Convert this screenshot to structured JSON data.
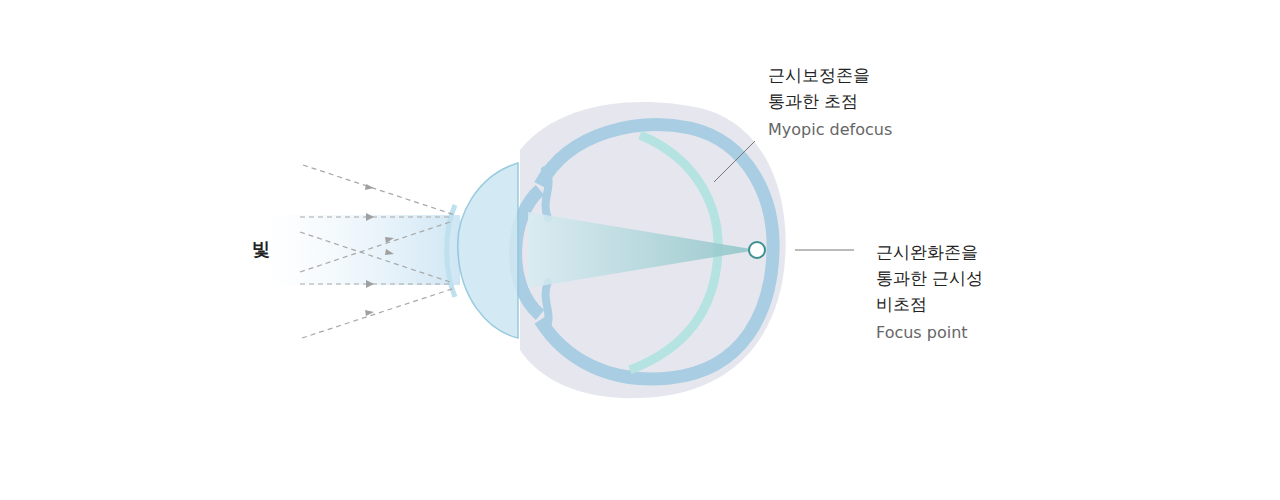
{
  "diagram": {
    "labels": [
      "빛",
      "근시보정존을 통과한 초점",
      "Myopic defocus",
      "근시완화존을 통과한 근시성 비초점",
      "Focus point"
    ]
  }
}
